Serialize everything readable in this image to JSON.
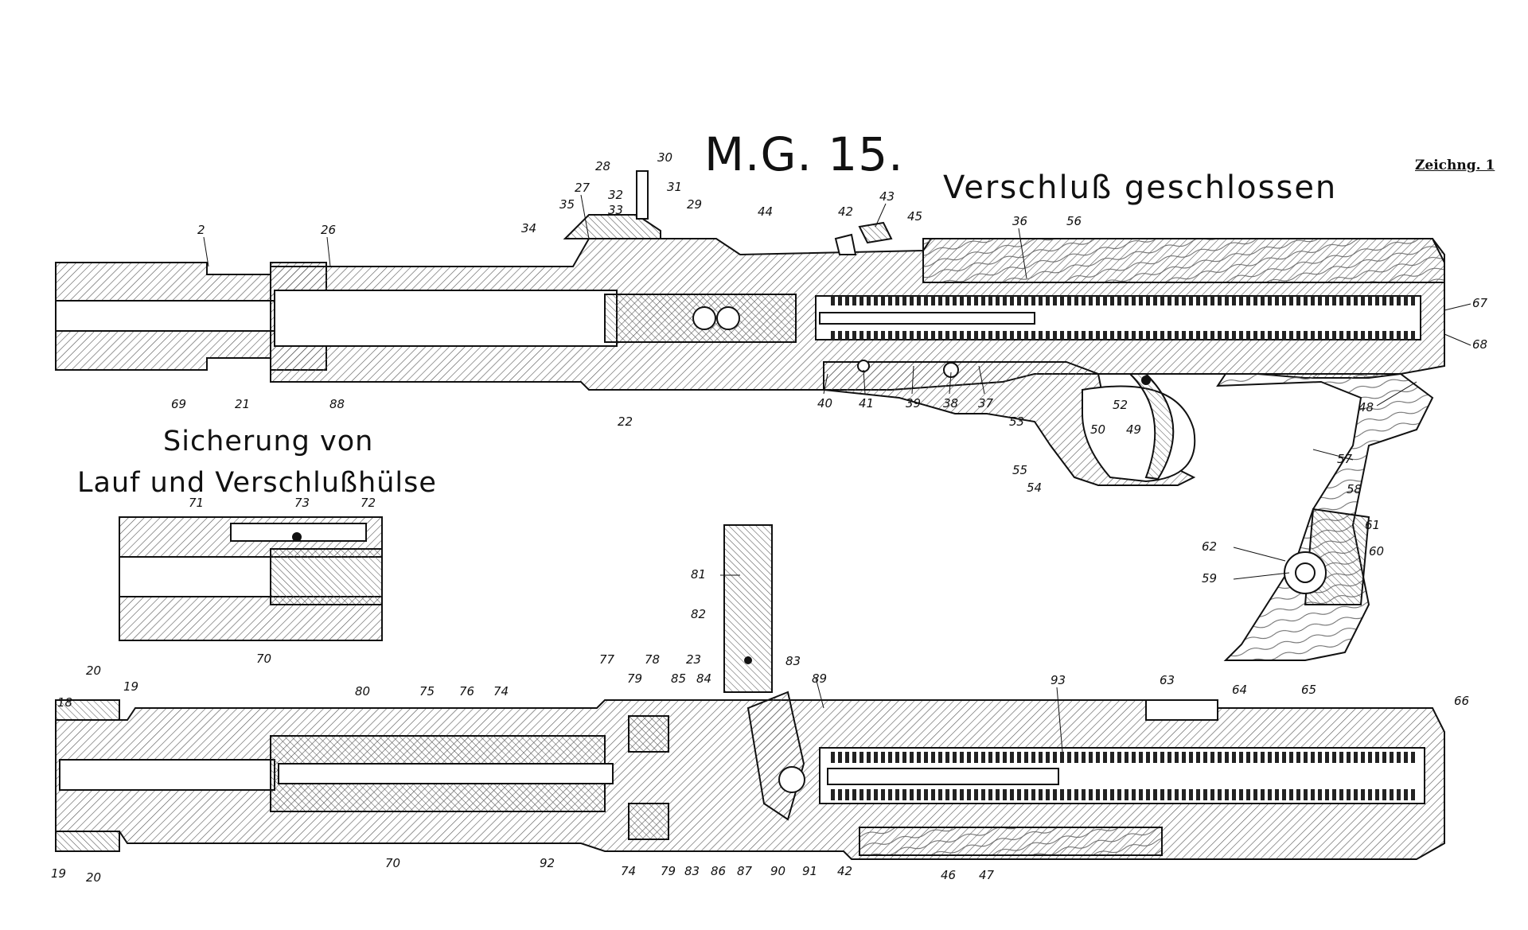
{
  "title": "M.G. 15.",
  "subtitle": "Verschluß geschlossen",
  "plate_label": "Zeichng. 1",
  "inset_title_line1": "Sicherung von",
  "inset_title_line2": "Lauf und Verschlußhülse",
  "colors": {
    "ink": "#111111",
    "hatch": "#555555",
    "paper": "#ffffff"
  },
  "part_labels": {
    "upper": [
      "2",
      "26",
      "27",
      "28",
      "29",
      "30",
      "31",
      "32",
      "33",
      "34",
      "35",
      "36",
      "37",
      "38",
      "39",
      "40",
      "41",
      "42",
      "43",
      "44",
      "45",
      "48",
      "49",
      "50",
      "52",
      "53",
      "54",
      "55",
      "56",
      "57",
      "58",
      "59",
      "60",
      "61",
      "62",
      "67",
      "68",
      "69",
      "21",
      "88",
      "22"
    ],
    "inset": [
      "71",
      "72",
      "73",
      "70"
    ],
    "lower": [
      "18",
      "19",
      "20",
      "80",
      "75",
      "76",
      "74",
      "77",
      "79",
      "78",
      "85",
      "23",
      "84",
      "81",
      "82",
      "83",
      "89",
      "93",
      "63",
      "64",
      "65",
      "66",
      "70",
      "92",
      "86",
      "87",
      "90",
      "91",
      "46",
      "47"
    ]
  }
}
